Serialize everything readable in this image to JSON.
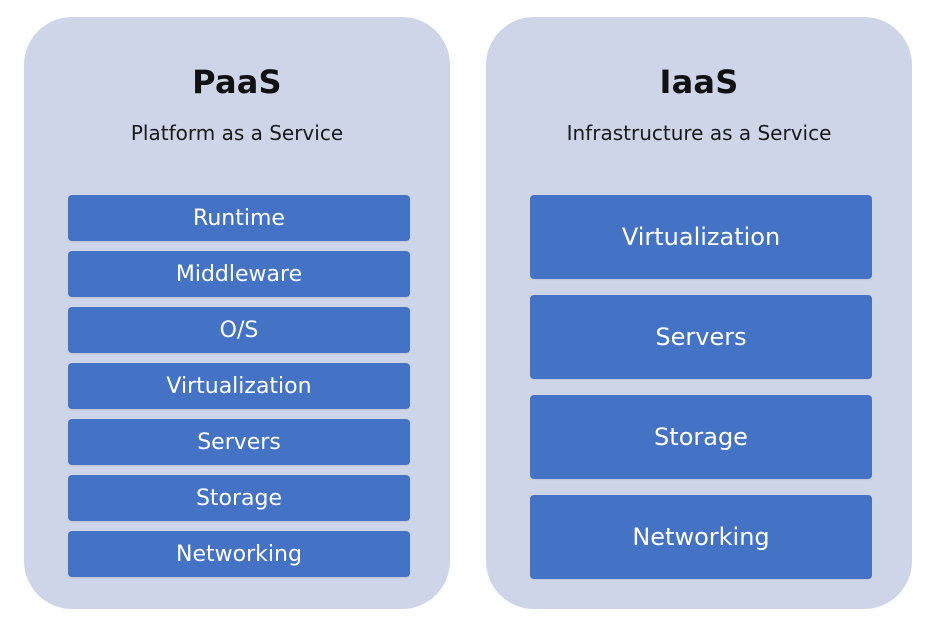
{
  "paas": {
    "title": "PaaS",
    "subtitle": "Platform as a Service",
    "layers": [
      "Runtime",
      "Middleware",
      "O/S",
      "Virtualization",
      "Servers",
      "Storage",
      "Networking"
    ]
  },
  "iaas": {
    "title": "IaaS",
    "subtitle": "Infrastructure as a Service",
    "layers": [
      "Virtualization",
      "Servers",
      "Storage",
      "Networking"
    ]
  },
  "colors": {
    "panel_background": "#cfd5e9",
    "layer_fill": "#4472c4",
    "layer_text": "#ffffff"
  }
}
